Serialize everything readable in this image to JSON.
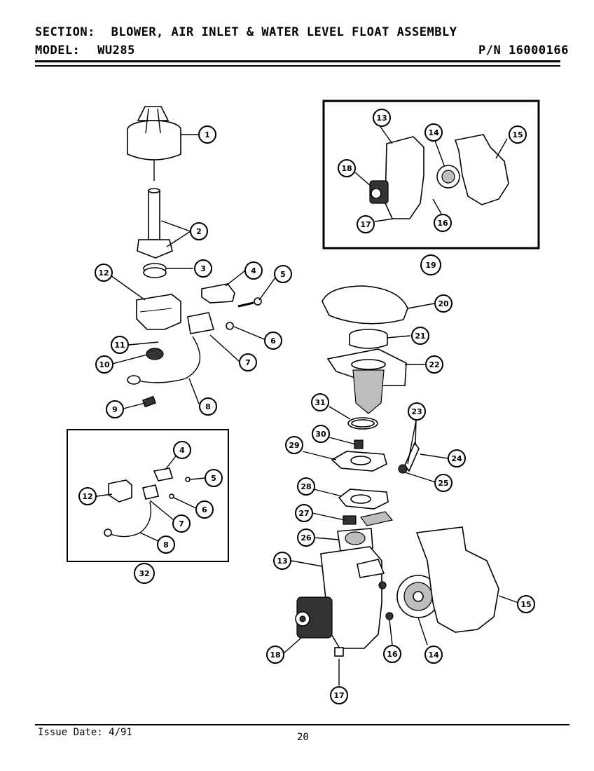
{
  "header": {
    "section_label": "SECTION:",
    "section_title": "BLOWER, AIR INLET & WATER LEVEL FLOAT ASSEMBLY",
    "model_label": "MODEL:",
    "model_value": "WU285",
    "part_number": "P/N 16000166"
  },
  "callouts": [
    "1",
    "2",
    "3",
    "4",
    "5",
    "6",
    "7",
    "8",
    "9",
    "10",
    "11",
    "12",
    "13",
    "14",
    "15",
    "16",
    "17",
    "18",
    "19",
    "20",
    "21",
    "22",
    "23",
    "24",
    "25",
    "26",
    "27",
    "28",
    "29",
    "30",
    "31",
    "32"
  ],
  "insets": {
    "blower_inset_label": "19",
    "switch_inset_label": "32"
  },
  "footer": {
    "issue_date": "Issue Date: 4/91",
    "page_number": "20"
  }
}
